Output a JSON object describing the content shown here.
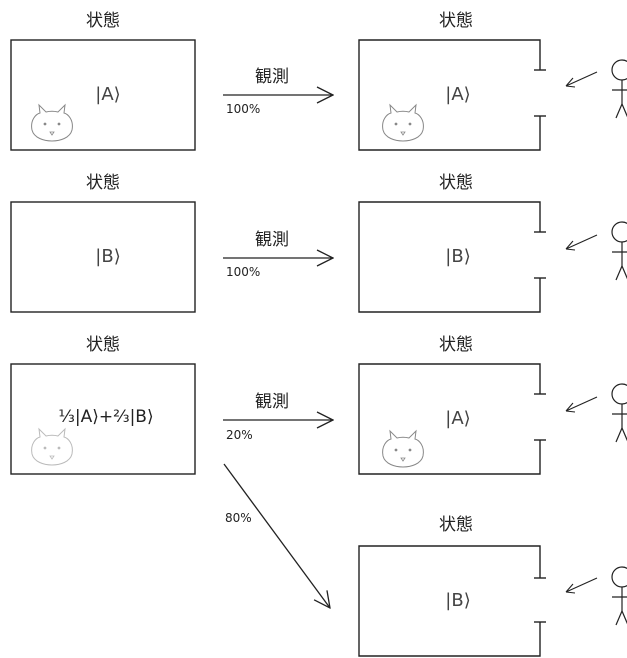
{
  "state_label": "状態",
  "observe_label": "観測",
  "rows": [
    {
      "initial_state": "|A⟩",
      "outcome": "|A⟩",
      "probability": "100%",
      "cat_initial": true,
      "cat_outcome": true
    },
    {
      "initial_state": "|B⟩",
      "outcome": "|B⟩",
      "probability": "100%",
      "cat_initial": false,
      "cat_outcome": false
    }
  ],
  "superposition": {
    "state": "⅓|A⟩+⅔|B⟩",
    "branches": [
      {
        "outcome": "|A⟩",
        "probability": "20%",
        "cat": true
      },
      {
        "outcome": "|B⟩",
        "probability": "80%",
        "cat": false
      }
    ]
  },
  "colors": {
    "line": "#222222",
    "cat": "#888888",
    "cat_faded": "#bbbbbb"
  }
}
